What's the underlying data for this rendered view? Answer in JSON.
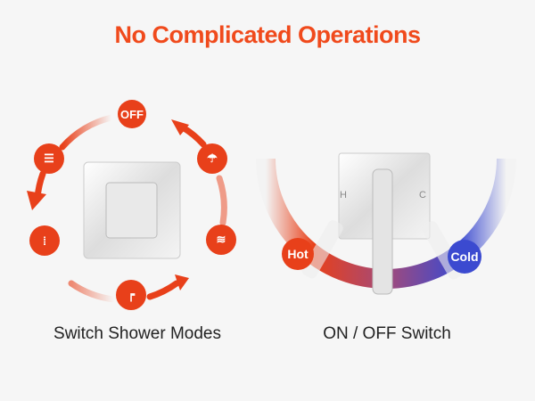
{
  "title": "No Complicated Operations",
  "left": {
    "caption": "Switch Shower Modes",
    "off_label": "OFF",
    "modes": [
      "off-icon",
      "overhead-shower-icon",
      "rain-shower-icon",
      "hand-shower-icon",
      "tub-spout-icon",
      "body-jets-icon"
    ]
  },
  "right": {
    "caption": "ON / OFF Switch",
    "hot_label": "Hot",
    "cold_label": "Cold",
    "plate_h": "H",
    "plate_c": "C"
  },
  "colors": {
    "accent": "#e8401a",
    "hot": "#e8401a",
    "cold": "#3b4ad0"
  }
}
